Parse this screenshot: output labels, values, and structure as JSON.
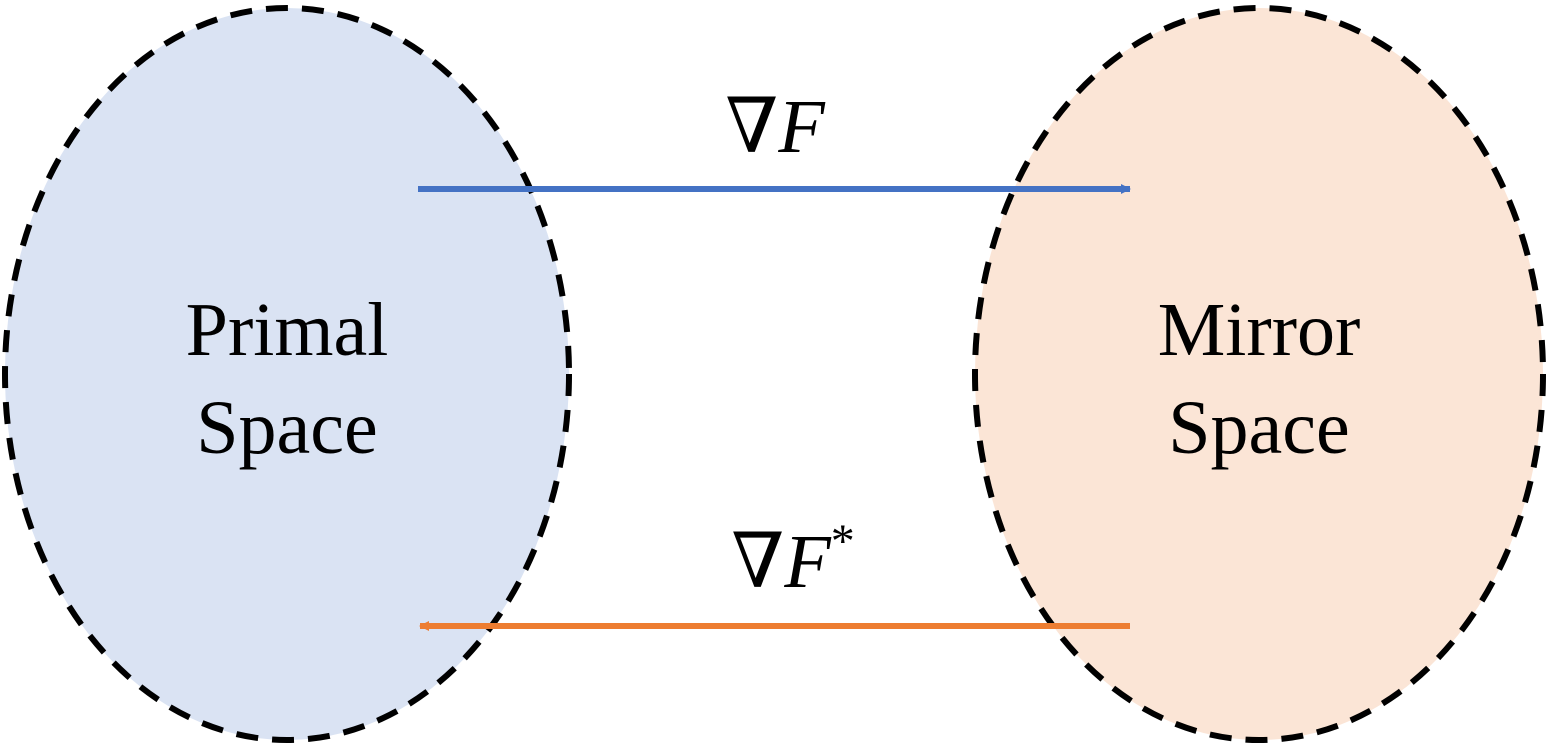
{
  "nodes": {
    "primal": {
      "line1": "Primal",
      "line2": "Space",
      "fill": "#dae3f3"
    },
    "mirror": {
      "line1": "Mirror",
      "line2": "Space",
      "fill": "#fbe5d6"
    }
  },
  "edges": {
    "forward": {
      "nabla": "∇",
      "symbol": "F",
      "superscript": "",
      "color": "#4472c4"
    },
    "backward": {
      "nabla": "∇",
      "symbol": "F",
      "superscript": "*",
      "color": "#ed7d31"
    }
  },
  "style": {
    "outline_color": "#000000"
  }
}
